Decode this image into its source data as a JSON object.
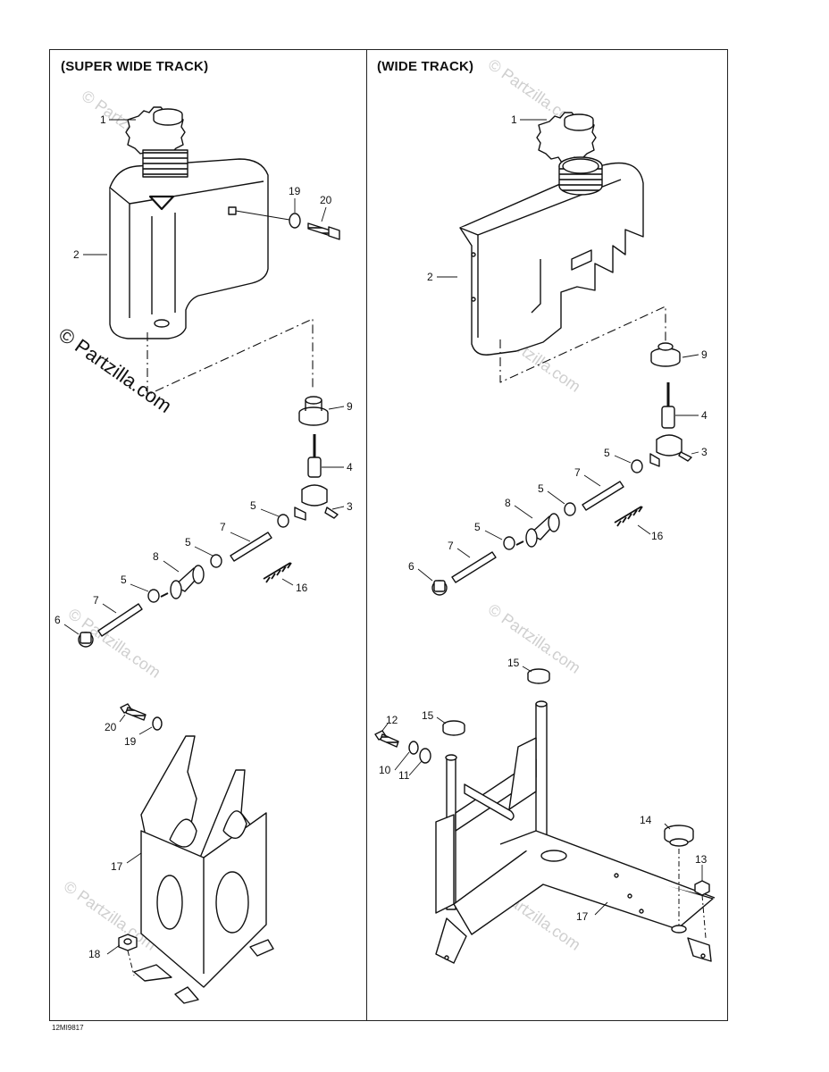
{
  "panels": {
    "left_title": "(SUPER WIDE TRACK)",
    "right_title": "(WIDE TRACK)"
  },
  "watermark": {
    "main": "© Partzilla.com",
    "faint": "© Partzilla.com"
  },
  "drawing_code": "12MI9817",
  "callouts_left": [
    "1",
    "2",
    "19",
    "20",
    "9",
    "4",
    "3",
    "5",
    "7",
    "5",
    "8",
    "16",
    "5",
    "7",
    "6",
    "20",
    "19",
    "17",
    "18"
  ],
  "callouts_right": [
    "1",
    "2",
    "9",
    "4",
    "3",
    "5",
    "7",
    "5",
    "8",
    "16",
    "5",
    "7",
    "6",
    "15",
    "15",
    "12",
    "10",
    "11",
    "14",
    "13",
    "17"
  ]
}
